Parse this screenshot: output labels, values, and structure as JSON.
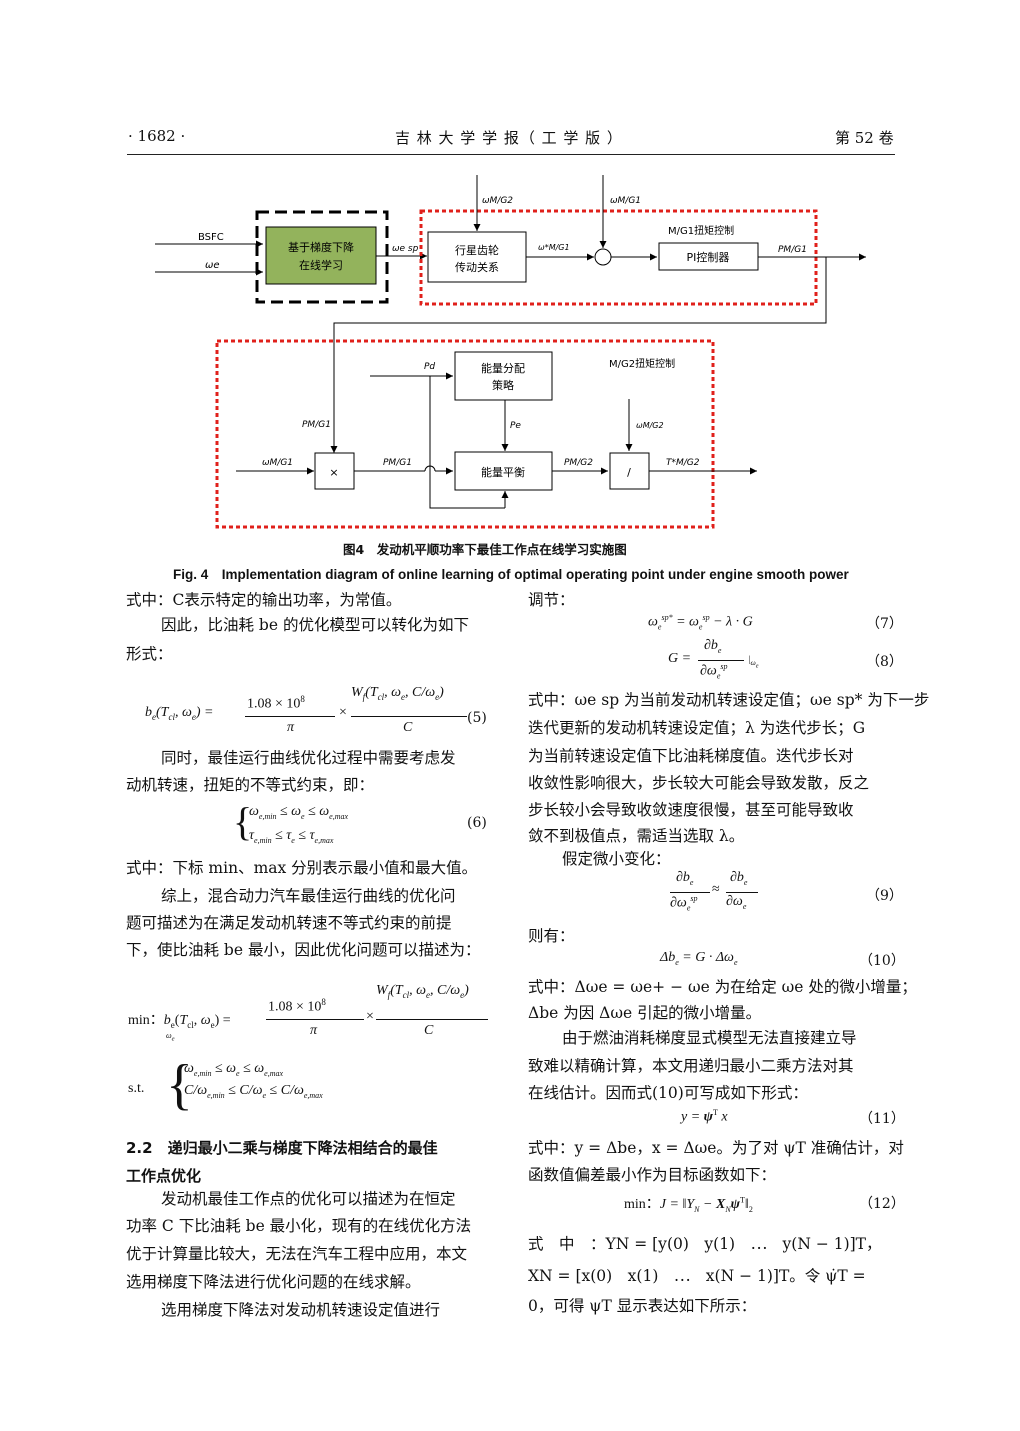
{
  "header": {
    "page": "· 1682 ·",
    "journal": "吉 林 大 学 学 报（ 工 学 版 ）",
    "volume": "第 52 卷"
  },
  "figure": {
    "inputs": {
      "bsfc": "BSFC",
      "we": "ωe"
    },
    "block_gradient": "基于梯度下降在线学习",
    "signal_wsp": "ωe sp",
    "block_gear": "行星齿轮传动关系",
    "signal_wmg2_top": "ωM/G2",
    "signal_wmg1_top": "ωM/G1",
    "signal_wmg1_ref": "ω*M/G1",
    "block_pi": "PI控制器",
    "label_mg1": "M/G1扭矩控制",
    "signal_p_out": "PM/G1",
    "label_mg2": "M/G2扭矩控制",
    "block_energy_alloc": "能量分配策略",
    "signal_pd": "Pd",
    "signal_pe": "Pe",
    "signal_pmg1_a": "PM/G1",
    "signal_pmg1_b": "PM/G1",
    "signal_wmg1_in": "ωM/G1",
    "signal_wmg2_in": "ωM/G2",
    "block_multiply": "×",
    "block_balance": "能量平衡",
    "signal_pmg2": "PM/G2",
    "block_divide": "/",
    "signal_t_out": "T*M/G2",
    "caption_cn": "图4　发动机平顺功率下最佳工作点在线学习实施图",
    "caption_en": "Fig. 4　Implementation diagram of online learning of optimal operating point under engine smooth power"
  },
  "left": {
    "p1": "式中：C表示特定的输出功率，为常值。",
    "p2a": "因此，比油耗 be 的优化模型可以转化为如下",
    "p2b": "形式：",
    "eq5_no": "(5)",
    "p3a": "同时，最佳运行曲线优化过程中需要考虑发",
    "p3b": "动机转速，扭矩的不等式约束，即：",
    "eq6_no": "(6)",
    "p4": "式中：下标 min、max 分别表示最小值和最大值。",
    "p5a": "综上，混合动力汽车最佳运行曲线的优化问",
    "p5b": "题可描述为在满足发动机转速不等式约束的前提",
    "p5c": "下，使比油耗 be 最小，因此优化问题可以描述为：",
    "sec_a": "2.2　递归最小二乘与梯度下降法相结合的最佳",
    "sec_b": "工作点优化",
    "p6a": "发动机最佳工作点的优化可以描述为在恒定",
    "p6b": "功率 C 下比油耗 be 最小化，现有的在线优化方法",
    "p6c": "优于计算量比较大，无法在汽车工程中应用，本文",
    "p6d": "选用梯度下降法进行优化问题的在线求解。",
    "p7": "选用梯度下降法对发动机转速设定值进行"
  },
  "right": {
    "p1": "调节：",
    "eq7_no": "（7）",
    "eq8_no": "（8）",
    "p2a": "式中：ωe sp 为当前发动机转速设定值；ωe sp* 为下一步",
    "p2b": "迭代更新的发动机转速设定值；λ 为迭代步长；G",
    "p2c": "为当前转速设定值下比油耗梯度值。迭代步长对",
    "p2d": "收敛性影响很大，步长较大可能会导致发散，反之",
    "p2e": "步长较小会导致收敛速度很慢，甚至可能导致收",
    "p2f": "敛不到极值点，需适当选取 λ。",
    "p3": "假定微小变化：",
    "eq9_no": "（9）",
    "p4": "则有：",
    "eq10_no": "（10）",
    "p5a": "式中：Δωe = ωe+ − ωe 为在给定 ωe 处的微小增量；",
    "p5b": "Δbe 为因 Δωe 引起的微小增量。",
    "p6a": "由于燃油消耗梯度显式模型无法直接建立导",
    "p6b": "致难以精确计算，本文用递归最小二乘方法对其",
    "p6c": "在线估计。因而式(10)可写成如下形式：",
    "eq11_no": "（11）",
    "p7a": "式中：y = Δbe，x = Δωe。为了对 ψT 准确估计，对",
    "p7b": "函数值偏差最小作为目标函数如下：",
    "eq12_no": "（12）",
    "p8a": "式　中　：YN = [y(0)　y(1)　⋯　y(N − 1)]T，",
    "p8b": "XN = [x(0)　x(1)　⋯　x(N − 1)]T。令 ψ̇T =",
    "p8c": "0，可得 ψT 显示表达如下所示："
  }
}
